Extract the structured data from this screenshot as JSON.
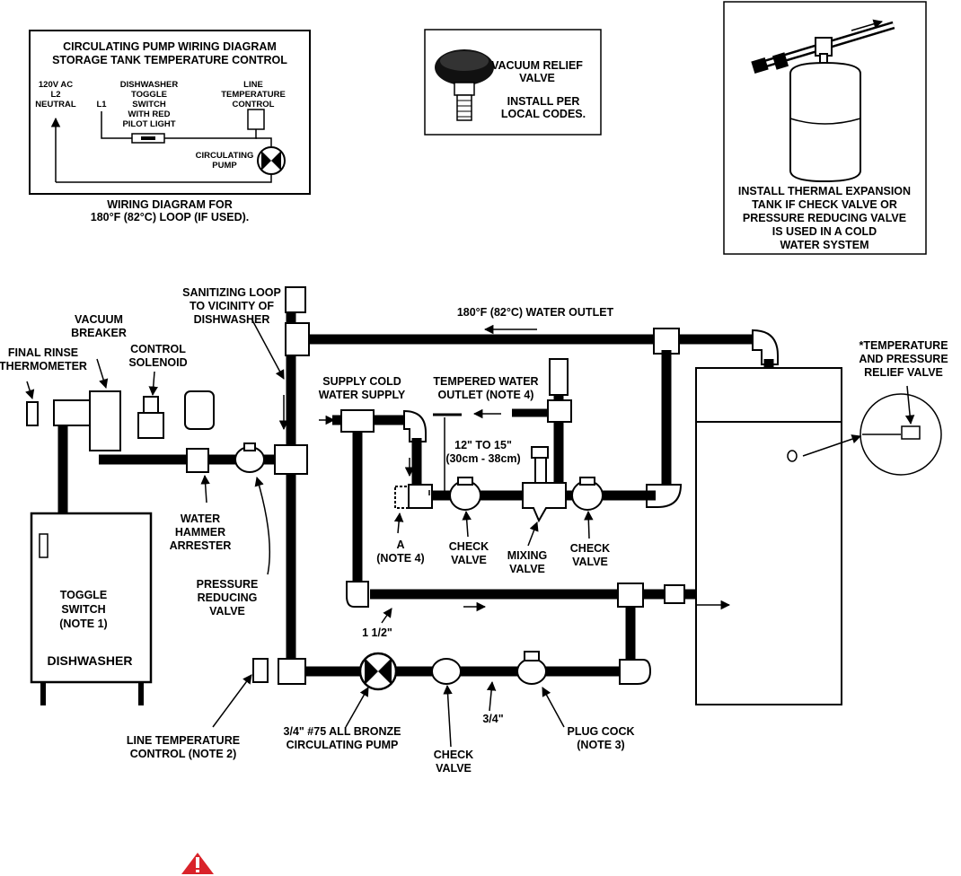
{
  "wiring": {
    "title1": "CIRCULATING PUMP WIRING DIAGRAM",
    "title2": "STORAGE TANK TEMPERATURE CONTROL",
    "supply1": "120V AC",
    "supply2": "L2",
    "supply3": "NEUTRAL",
    "l1": "L1",
    "toggle1": "DISHWASHER",
    "toggle2": "TOGGLE",
    "toggle3": "SWITCH",
    "toggle4": "WITH RED",
    "toggle5": "PILOT LIGHT",
    "linetemp1": "LINE",
    "linetemp2": "TEMPERATURE",
    "linetemp3": "CONTROL",
    "pump1": "CIRCULATING",
    "pump2": "PUMP",
    "caption1": "WIRING DIAGRAM FOR",
    "caption2": "180°F (82°C) LOOP (IF USED)."
  },
  "vacuum_relief": {
    "line1": "VACUUM RELIEF",
    "line2": "VALVE",
    "line3": "INSTALL PER",
    "line4": "LOCAL CODES."
  },
  "expansion": {
    "line1": "INSTALL THERMAL EXPANSION",
    "line2": "TANK IF CHECK VALVE OR",
    "line3": "PRESSURE REDUCING VALVE",
    "line4": "IS USED IN A COLD",
    "line5": "WATER SYSTEM"
  },
  "labels": {
    "sanitizing1": "SANITIZING LOOP",
    "sanitizing2": "TO VICINITY OF",
    "sanitizing3": "DISHWASHER",
    "outlet": "180°F (82°C) WATER OUTLET",
    "tp1": "*TEMPERATURE",
    "tp2": "AND PRESSURE",
    "tp3": "RELIEF VALVE",
    "vb1": "VACUUM",
    "vb2": "BREAKER",
    "cs1": "CONTROL",
    "cs2": "SOLENOID",
    "fr1": "FINAL RINSE",
    "fr2": "THERMOMETER",
    "supply1": "SUPPLY COLD",
    "supply2": "WATER SUPPLY",
    "tempered1": "TEMPERED WATER",
    "tempered2": "OUTLET (NOTE 4)",
    "dist1": "12\" TO 15\"",
    "dist2": "(30cm - 38cm)",
    "wh1": "WATER",
    "wh2": "HAMMER",
    "wh3": "ARRESTER",
    "prv1": "PRESSURE",
    "prv2": "REDUCING",
    "prv3": "VALVE",
    "a1": "A",
    "a2": "(NOTE 4)",
    "cv1a": "CHECK",
    "cv1b": "VALVE",
    "mv1": "MIXING",
    "mv2": "VALVE",
    "cv2a": "CHECK",
    "cv2b": "VALVE",
    "ts1": "TOGGLE",
    "ts2": "SWITCH",
    "ts3": "(NOTE 1)",
    "dishwasher": "DISHWASHER",
    "pipe15": "1 1/2\"",
    "ltc1": "LINE TEMPERATURE",
    "ltc2": "CONTROL (NOTE 2)",
    "pump1": "3/4\" #75 ALL BRONZE",
    "pump2": "CIRCULATING PUMP",
    "pipe34": "3/4\"",
    "cv3a": "CHECK",
    "cv3b": "VALVE",
    "pc1": "PLUG COCK",
    "pc2": "(NOTE 3)"
  },
  "colors": {
    "warning": "#d9232a",
    "ink": "#000000"
  }
}
